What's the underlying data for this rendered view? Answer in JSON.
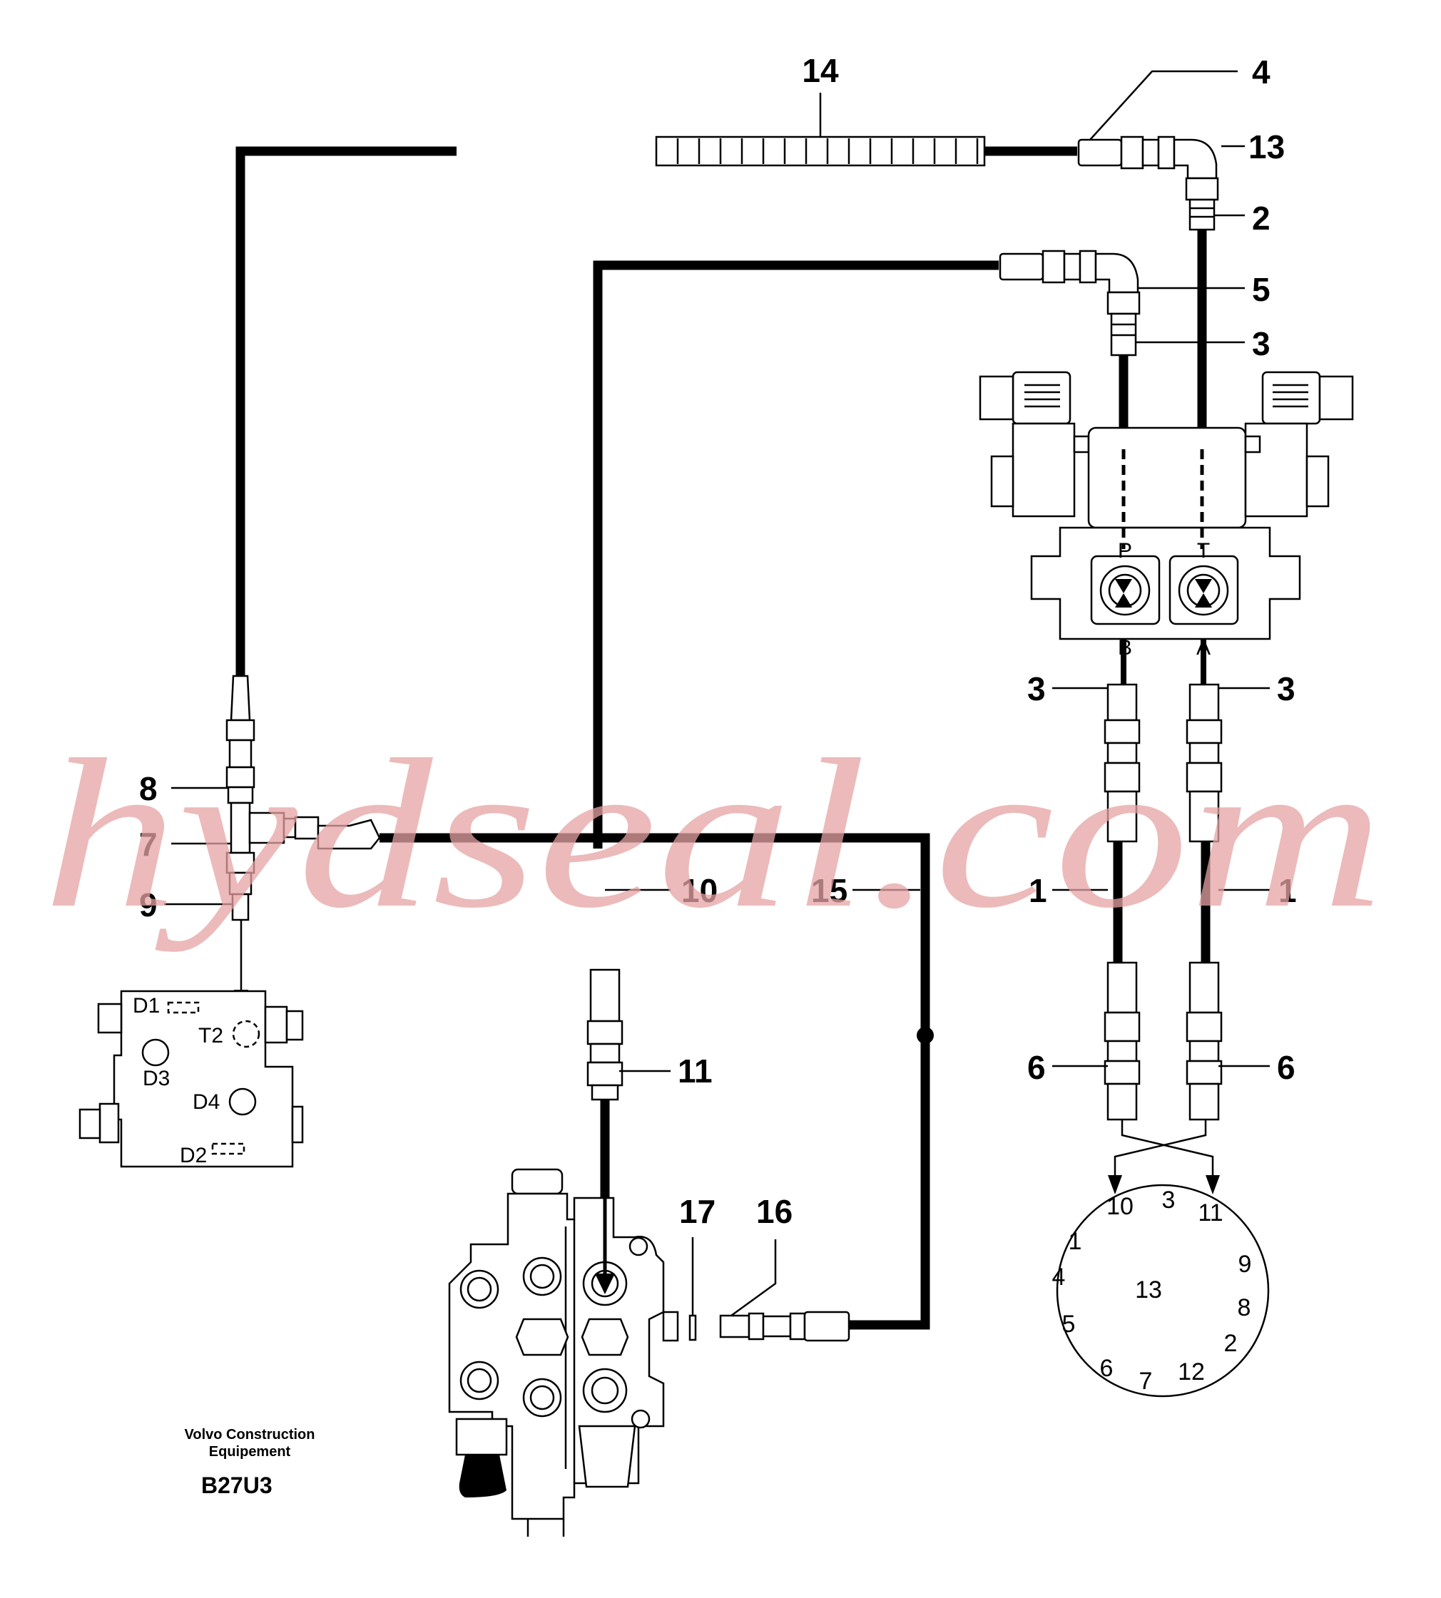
{
  "callouts": {
    "c14": "14",
    "c4": "4",
    "c13": "13",
    "c2": "2",
    "c5": "5",
    "c3a": "3",
    "c3b": "3",
    "c3c": "3",
    "c8": "8",
    "c7": "7",
    "c9": "9",
    "c10": "10",
    "c15": "15",
    "c1a": "1",
    "c1b": "1",
    "c6a": "6",
    "c6b": "6",
    "c11": "11",
    "c17": "17",
    "c16": "16"
  },
  "ports": {
    "p": "P",
    "t": "T",
    "b": "B",
    "a": "A",
    "d1": "D1",
    "t2": "T2",
    "d3": "D3",
    "d4": "D4",
    "d2": "D2"
  },
  "connector_pins": [
    "10",
    "3",
    "11",
    "1",
    "9",
    "4",
    "8",
    "5",
    "2",
    "6",
    "7",
    "12",
    "13"
  ],
  "credit": {
    "line1": "Volvo Construction",
    "line2": "Equipement"
  },
  "drawing_code": "B27U3",
  "watermark": "hydseal.com",
  "colors": {
    "lines": "#000000",
    "watermark": "#e6a3a3",
    "background": "#ffffff"
  }
}
